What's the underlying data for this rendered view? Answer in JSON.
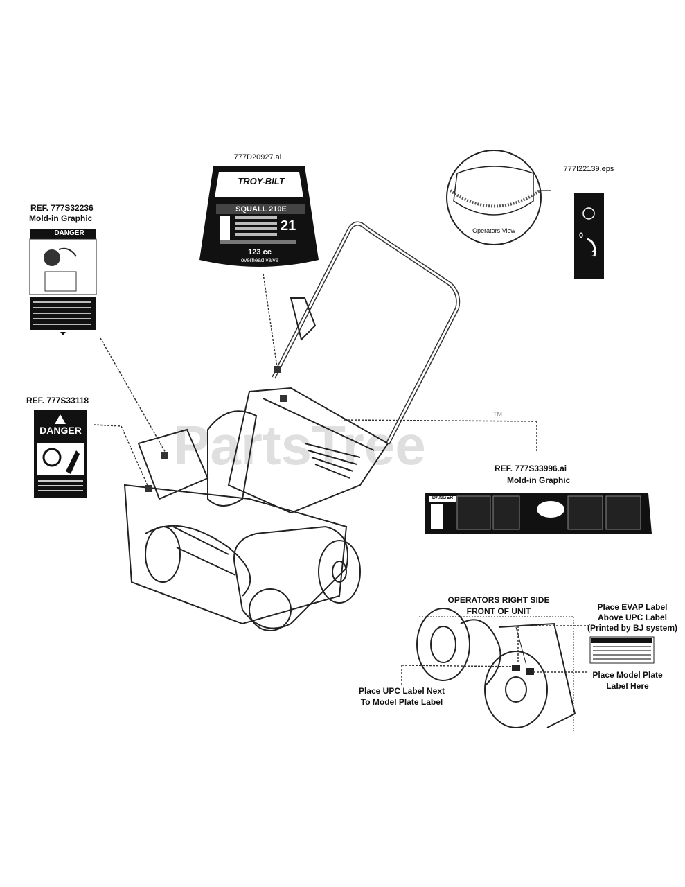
{
  "watermark": "PartsTree",
  "watermark_tm": "TM",
  "label_engine": {
    "file": "777D20927.ai",
    "brand": "TROY-BILT",
    "model": "SQUALL 210E",
    "size": "21",
    "displacement": "123 cc",
    "valve": "overhead valve"
  },
  "label_operators_view": {
    "file": "777I22139.eps",
    "caption": "Operators View",
    "zero": "0",
    "one": "1"
  },
  "ref_danger_upper": {
    "ref": "REF. 777S32236",
    "sub": "Mold-in Graphic",
    "header": "DANGER"
  },
  "ref_danger_lower": {
    "ref": "REF.  777S33118",
    "header": "DANGER"
  },
  "ref_panel": {
    "ref": "REF.  777S33996.ai",
    "sub": "Mold-in Graphic",
    "header": "DANGER"
  },
  "right_side": {
    "title_line1": "OPERATORS RIGHT SIDE",
    "title_line2": "FRONT OF UNIT",
    "evap_line1": "Place EVAP Label",
    "evap_line2": "Above UPC Label",
    "evap_line3": "(Printed by BJ system)",
    "model_plate_line1": "Place Model Plate",
    "model_plate_line2": "Label Here",
    "upc_line1": "Place UPC Label Next",
    "upc_line2": "To Model Plate Label"
  }
}
